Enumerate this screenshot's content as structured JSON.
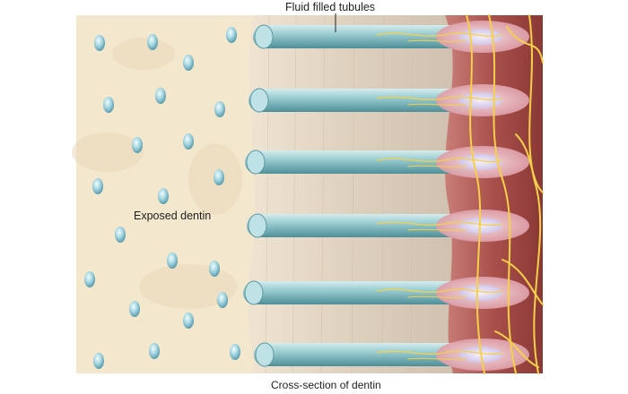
{
  "labels": {
    "tubules": "Fluid filled tubules",
    "exposed": "Exposed dentin",
    "caption": "Cross-section of dentin"
  },
  "colors": {
    "enamel_bg": "#f3e7cd",
    "dentin_band": "#e3d6c2",
    "tubule": "#86bfc6",
    "pulp": "#a8504c",
    "cell": "#e7b3b9",
    "nerve": "#f5d04a",
    "pore": "#8fc8d6"
  },
  "icons": {
    "pore": "fluid-droplet-icon",
    "cell": "odontoblast-cell-icon"
  }
}
